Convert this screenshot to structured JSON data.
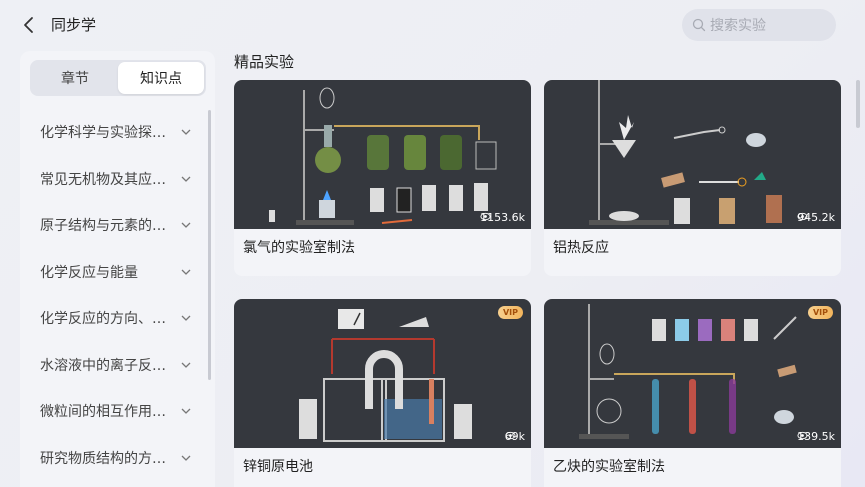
{
  "header": {
    "title": "同步学",
    "search_placeholder": "搜索实验"
  },
  "segments": {
    "tab1": "章节",
    "tab2": "知识点",
    "active": "知识点"
  },
  "sidebar": {
    "items": [
      {
        "label": "化学科学与实验探…"
      },
      {
        "label": "常见无机物及其应…"
      },
      {
        "label": "原子结构与元素的…"
      },
      {
        "label": "化学反应与能量"
      },
      {
        "label": "化学反应的方向、…"
      },
      {
        "label": "水溶液中的离子反…"
      },
      {
        "label": "微粒间的相互作用…"
      },
      {
        "label": "研究物质结构的方…"
      }
    ]
  },
  "main": {
    "section_title": "精品实验",
    "cards": [
      {
        "name": "氯气的实验室制法",
        "views": "1153.6k",
        "vip": false
      },
      {
        "name": "铝热反应",
        "views": "945.2k",
        "vip": false
      },
      {
        "name": "锌铜原电池",
        "views": "69k",
        "vip": true,
        "vip_label": "VIP"
      },
      {
        "name": "乙炔的实验室制法",
        "views": "139.5k",
        "vip": true,
        "vip_label": "VIP"
      }
    ]
  },
  "colors": {
    "thumb_bg": "#35383e",
    "accent_vip": "#f2b45c"
  }
}
